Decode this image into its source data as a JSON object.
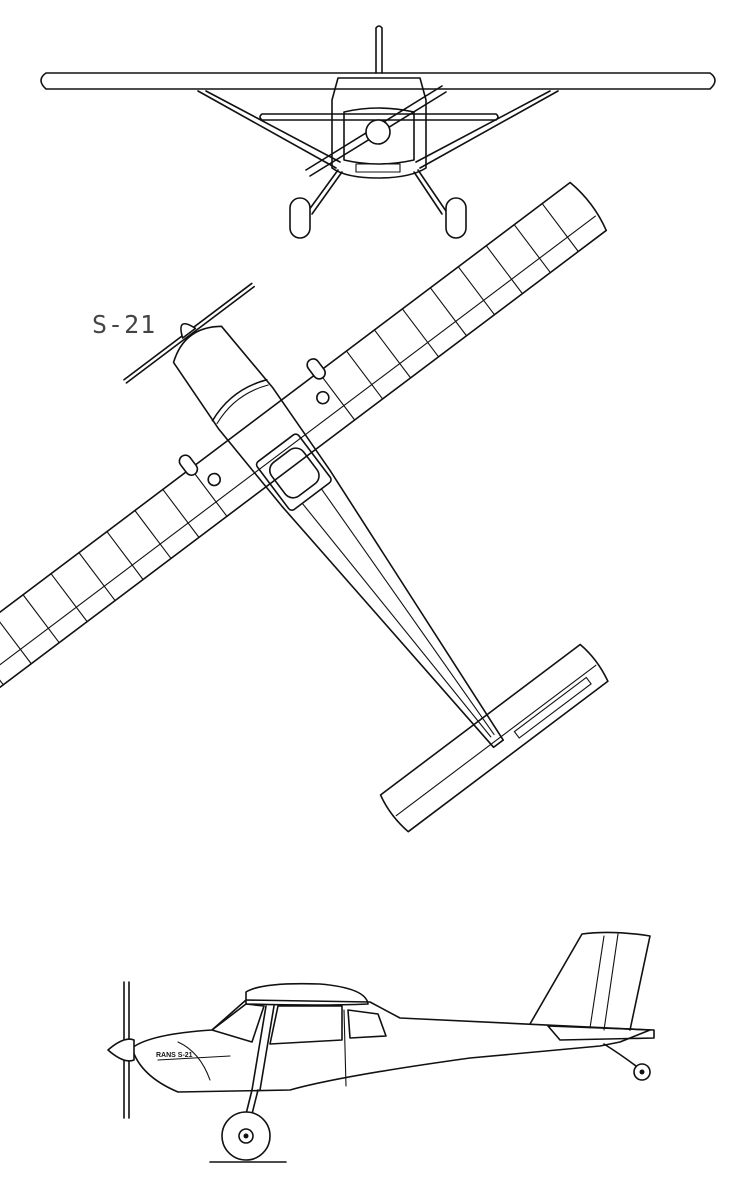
{
  "model_label": "S-21",
  "fuselage_marking": "RANS S-21",
  "views": [
    "front-view",
    "top-view",
    "side-view"
  ],
  "colors": {
    "line": "#111111",
    "background": "#ffffff",
    "label": "#444444"
  }
}
